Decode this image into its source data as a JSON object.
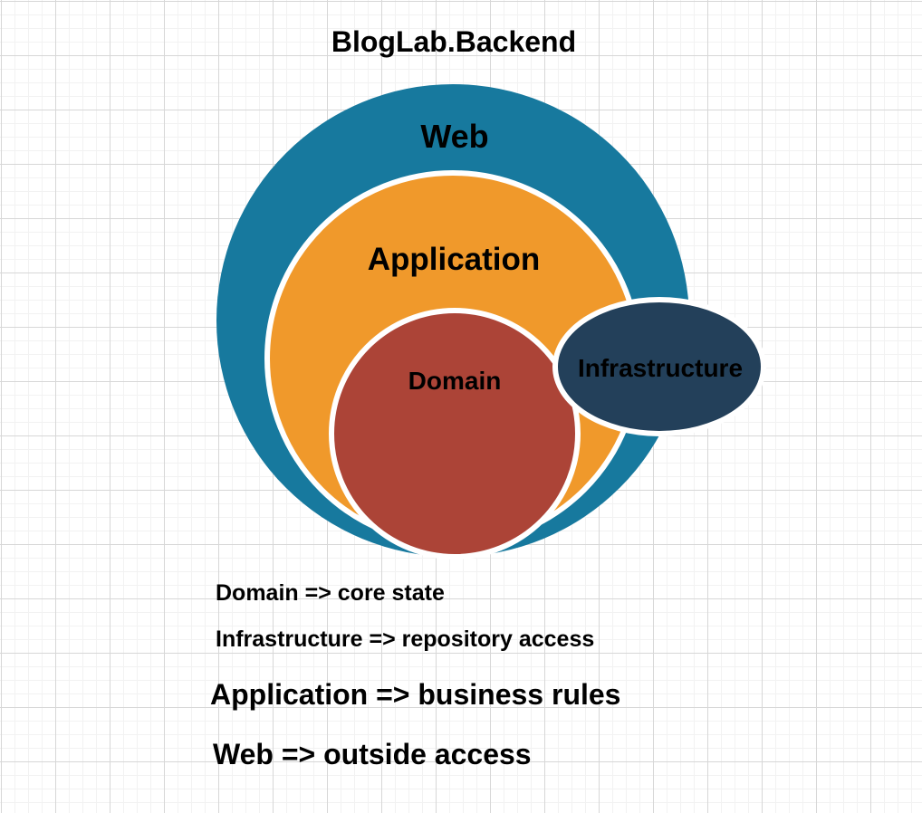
{
  "diagram": {
    "title": "BlogLab.Backend",
    "layers": {
      "web": {
        "label": "Web",
        "fill": "#17799E"
      },
      "application": {
        "label": "Application",
        "fill": "#F0992B"
      },
      "domain": {
        "label": "Domain",
        "fill": "#AC4437"
      },
      "infrastructure": {
        "label": "Infrastructure",
        "fill": "#23405A"
      }
    },
    "legend": [
      "Domain => core state",
      "Infrastructure => repository access",
      "Application => business rules",
      "Web => outside access"
    ],
    "colors": {
      "label_text": "#000000",
      "shape_border": "#FFFFFF",
      "canvas_background": "#FFFFFF",
      "grid_minor_line": "#F2F2F2",
      "grid_major_line": "#D7D7D7"
    }
  }
}
